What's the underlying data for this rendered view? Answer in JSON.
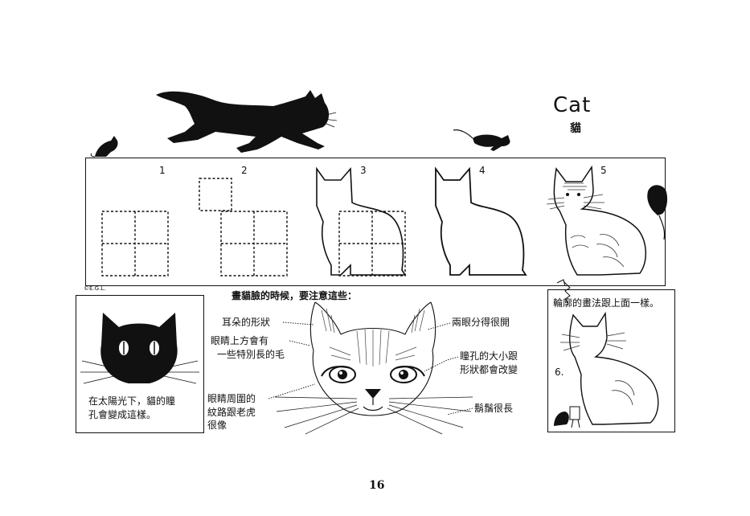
{
  "title": "Cat",
  "title_zh": "貓",
  "steps": [
    "1",
    "2",
    "3",
    "4",
    "5"
  ],
  "step6": "6.",
  "signature": "©E.G.L.",
  "face_heading": "畫貓臉的時候，要注意這些：",
  "notes": {
    "ear_shape": "耳朵的形狀",
    "long_hair_line1": "眼睛上方會有",
    "long_hair_line2": "一些特別長的毛",
    "eye_pattern_line1": "眼睛周圍的",
    "eye_pattern_line2": "紋路跟老虎",
    "eye_pattern_line3": "很像",
    "eyes_apart": "兩眼分得很開",
    "pupil_line1": "瞳孔的大小跟",
    "pupil_line2": "形狀都會改變",
    "whiskers": "鬍鬚很長"
  },
  "sunlight_caption_line1": "在太陽光下，貓的瞳",
  "sunlight_caption_line2": "孔會變成這樣。",
  "outline_caption": "輪廓的畫法跟上面一樣。",
  "page_number": "16"
}
